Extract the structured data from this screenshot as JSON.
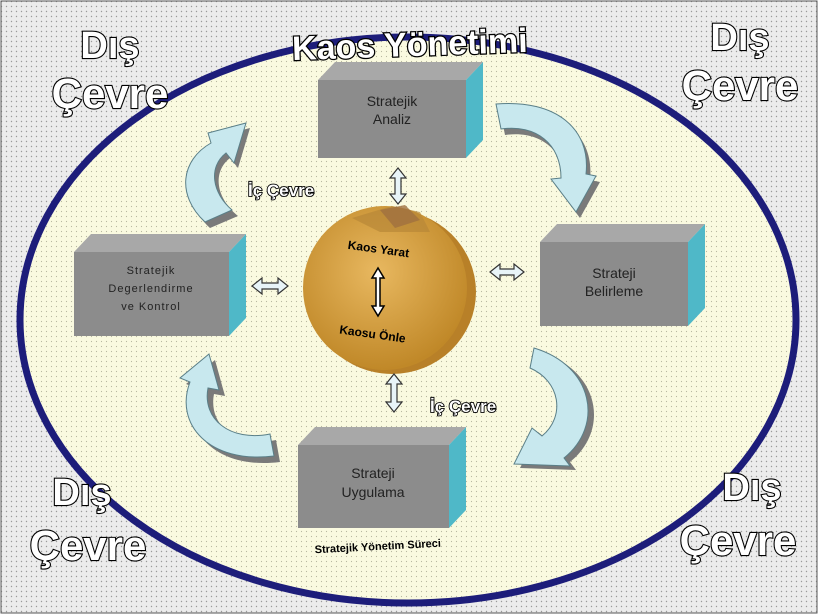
{
  "title": "Kaos Yönetimi",
  "outer_labels": {
    "top_left": [
      "Dış",
      "Çevre"
    ],
    "top_right": [
      "Dış",
      "Çevre"
    ],
    "bottom_left": [
      "Dış",
      "Çevre"
    ],
    "bottom_right": [
      "Dış",
      "Çevre"
    ]
  },
  "inner_labels": {
    "upper": "İç Çevre",
    "lower": "İç Çevre"
  },
  "boxes": {
    "top": [
      "Stratejik",
      "Analiz"
    ],
    "right": [
      "Strateji",
      "Belirleme"
    ],
    "bottom": [
      "Strateji",
      "Uygulama"
    ],
    "left": [
      "Stratejik",
      "Degerlendirme",
      "ve Kontrol"
    ]
  },
  "center": {
    "top": "Kaos Yarat",
    "bottom": "Kaosu Önle"
  },
  "process_label": "Stratejik Yönetim Süreci",
  "colors": {
    "ellipse_border": "#1d1d7a",
    "box_front": "#8c8c8c",
    "box_side": "#4fb8c8",
    "center_disc": "#d4a040",
    "arrow_fill": "#c8e8ee",
    "arrow_shadow": "#8a8a8a"
  }
}
